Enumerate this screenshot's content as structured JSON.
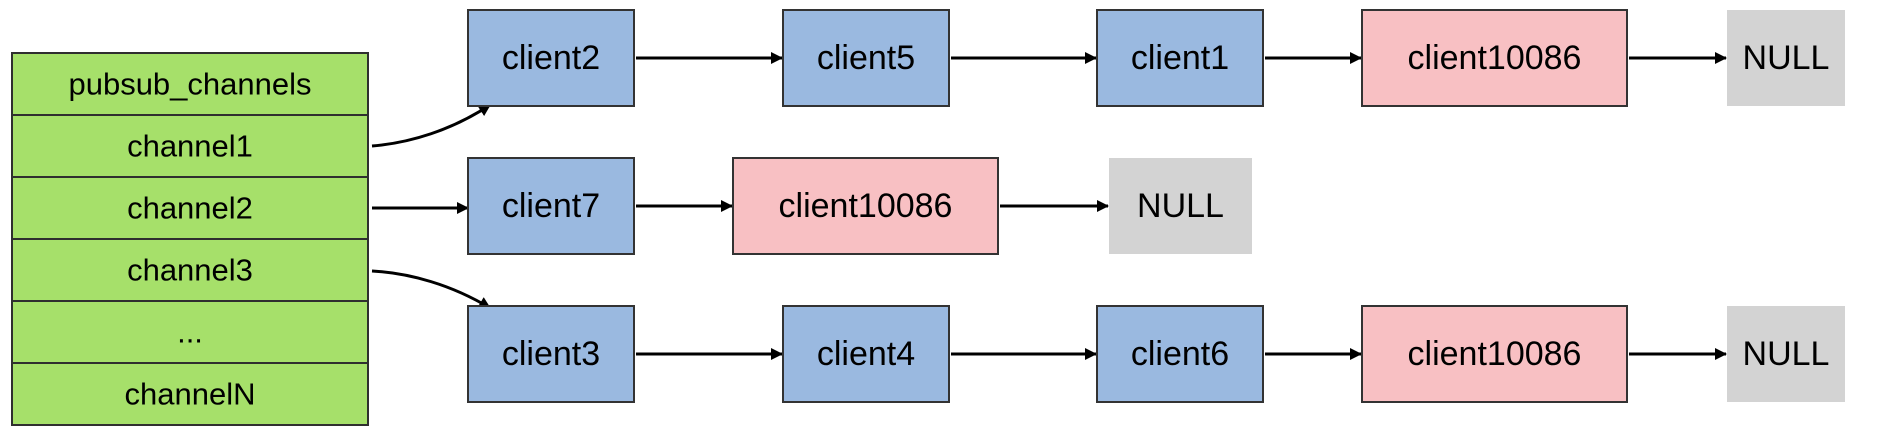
{
  "colors": {
    "table_fill": "#a6e06a",
    "table_stroke": "#2f2f2f",
    "client_fill": "#9ab9e0",
    "client_stroke": "#333333",
    "target_fill": "#f8c0c3",
    "null_fill": "#d3d3d3",
    "edge": "#000000"
  },
  "dict": {
    "header": "pubsub_channels",
    "rows": [
      "channel1",
      "channel2",
      "channel3",
      "...",
      "channelN"
    ]
  },
  "lists": [
    {
      "channel": "channel1",
      "nodes": [
        {
          "label": "client2",
          "kind": "client"
        },
        {
          "label": "client5",
          "kind": "client"
        },
        {
          "label": "client1",
          "kind": "client"
        },
        {
          "label": "client10086",
          "kind": "target"
        },
        {
          "label": "NULL",
          "kind": "null"
        }
      ]
    },
    {
      "channel": "channel2",
      "nodes": [
        {
          "label": "client7",
          "kind": "client"
        },
        {
          "label": "client10086",
          "kind": "target"
        },
        {
          "label": "NULL",
          "kind": "null"
        }
      ]
    },
    {
      "channel": "channel3",
      "nodes": [
        {
          "label": "client3",
          "kind": "client"
        },
        {
          "label": "client4",
          "kind": "client"
        },
        {
          "label": "client6",
          "kind": "client"
        },
        {
          "label": "client10086",
          "kind": "target"
        },
        {
          "label": "NULL",
          "kind": "null"
        }
      ]
    }
  ]
}
